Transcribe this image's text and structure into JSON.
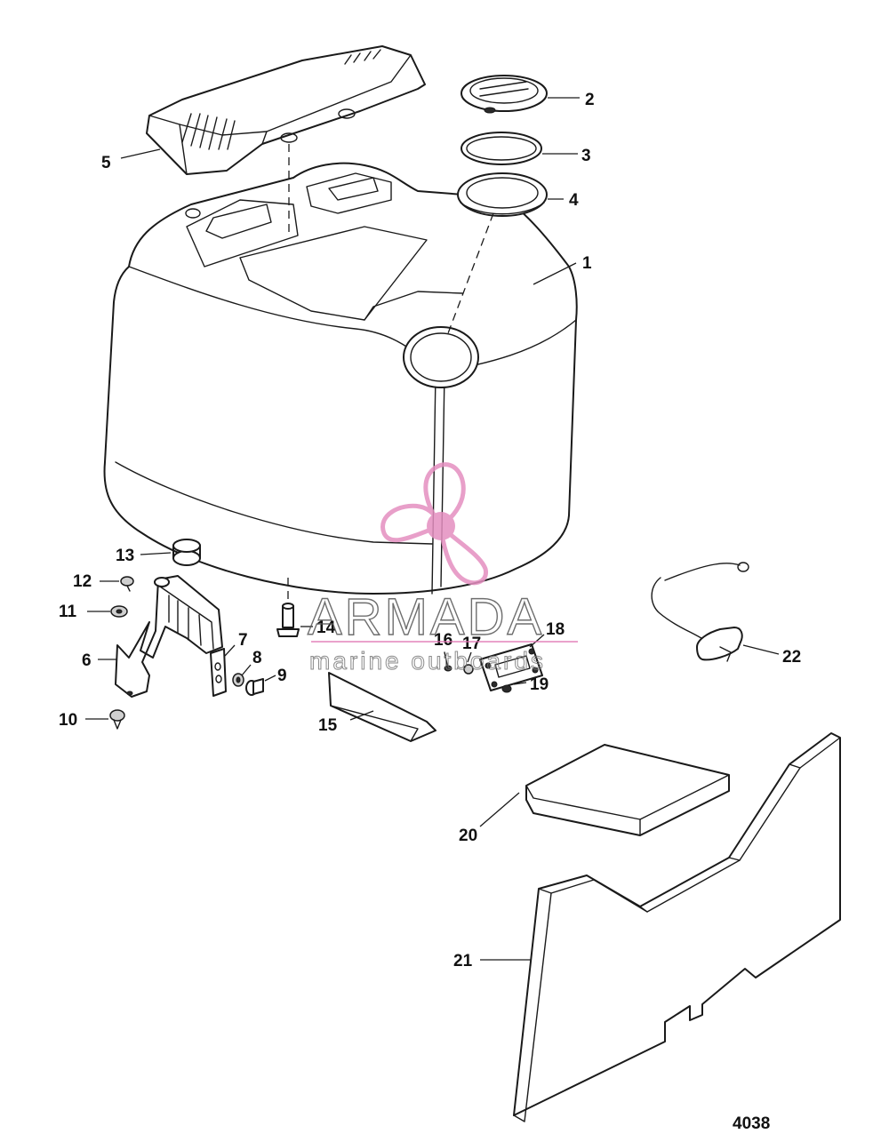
{
  "diagram": {
    "figure_number": "4038",
    "callouts": [
      "1",
      "2",
      "3",
      "4",
      "5",
      "6",
      "7",
      "8",
      "9",
      "10",
      "11",
      "12",
      "13",
      "14",
      "15",
      "16",
      "17",
      "18",
      "19",
      "20",
      "21",
      "22"
    ]
  },
  "watermark": {
    "brand": "ARMADA",
    "tagline": "marine outboards",
    "logo": "propeller-logo",
    "logo_color": "#e48fc0",
    "line_color": "#e06fb0"
  }
}
